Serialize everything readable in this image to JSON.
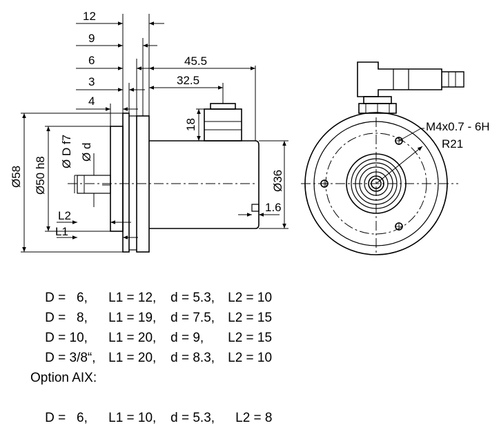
{
  "side_view": {
    "dims": {
      "d12": "12",
      "d9": "9",
      "d6": "6",
      "d3": "3",
      "d4": "4",
      "d45_5": "45.5",
      "d32_5": "32.5",
      "d18": "18",
      "dia58": "Ø58",
      "dia50": "Ø50 h8",
      "diaDf7": "Ø D f7",
      "diad": "Ø d",
      "L2": "L2",
      "L1": "L1",
      "dia36": "Ø36",
      "d1_6": "1.6"
    }
  },
  "front_view": {
    "thread_label": "M4x0.7 - 6H",
    "radius_label": "R21"
  },
  "spec_rows": [
    {
      "D": "D =   6,",
      "L1": "L1 = 12,",
      "d": "d = 5.3,",
      "L2": "L2 = 10"
    },
    {
      "D": "D =   8,",
      "L1": "L1 = 19,",
      "d": "d = 7.5,",
      "L2": "L2 = 15"
    },
    {
      "D": "D = 10,",
      "L1": "L1 = 20,",
      "d": "d = 9,",
      "L2": "L2 = 15"
    },
    {
      "D": "D = 3/8“,",
      "L1": "L1 = 20,",
      "d": "d = 8.3,",
      "L2": "L2 = 10"
    }
  ],
  "option": {
    "title": "Option AIX:",
    "row": {
      "D": "D =   6,",
      "L1": "L1 = 10,",
      "d": "d = 5.3,",
      "L2": "L2 = 8"
    }
  }
}
